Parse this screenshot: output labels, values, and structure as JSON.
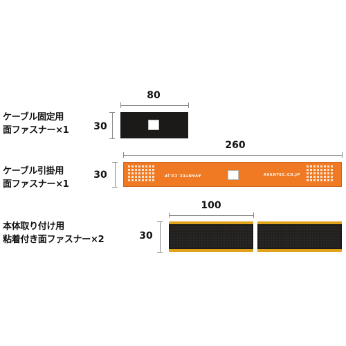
{
  "items": [
    {
      "line1": "ケーブル固定用",
      "line2": "面ファスナー×1",
      "width": "80",
      "height": "30"
    },
    {
      "line1": "ケーブル引掛用",
      "line2": "面ファスナー×1",
      "width": "260",
      "height": "30",
      "strap_text": "AVANTEC.CO.JP"
    },
    {
      "line1": "本体取り付け用",
      "line2": "粘着付き面ファスナー×2",
      "width": "100",
      "height": "30"
    }
  ],
  "colors": {
    "orange": "#f07a24",
    "black": "#1c1a18",
    "yellow_edge": "#e0a11c"
  }
}
